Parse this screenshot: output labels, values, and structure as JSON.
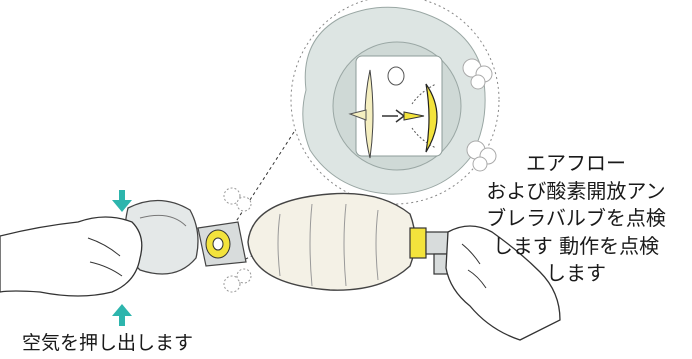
{
  "labels": {
    "right_lines": [
      "エアフロー",
      "および酸素開放アン",
      "ブレラバルブを点検",
      "します 動作を点検",
      "します"
    ],
    "bottom": "空気を押し出します"
  },
  "colors": {
    "arrow": "#2db5ad",
    "valve_yellow": "#f3e33c",
    "outline": "#2b2b2b",
    "bag_fill": "#f4f1e6",
    "mask_fill": "#e4e8e8",
    "magnifier_fill": "#dde5e3",
    "skin_fill": "#ffffff",
    "connector_fill": "#d8dcdc"
  },
  "icons": [
    "down-arrow-icon",
    "up-arrow-icon",
    "flow-arrow-icon"
  ]
}
